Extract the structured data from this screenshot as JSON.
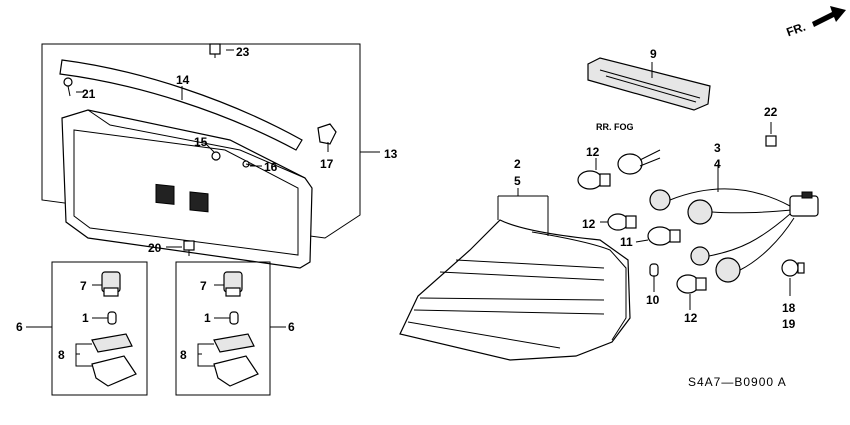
{
  "diagram_code": "S4A7—B0900 A",
  "direction_label": "FR.",
  "fog_label": "RR. FOG",
  "labels": {
    "p1a": "1",
    "p1b": "1",
    "p2": "2",
    "p3": "3",
    "p4": "4",
    "p5": "5",
    "p6a": "6",
    "p6b": "6",
    "p7a": "7",
    "p7b": "7",
    "p8a": "8",
    "p8b": "8",
    "p9": "9",
    "p10": "10",
    "p11": "11",
    "p12a": "12",
    "p12b": "12",
    "p12c": "12",
    "p13": "13",
    "p14": "14",
    "p15": "15",
    "p16": "16",
    "p17": "17",
    "p18": "18",
    "p19": "19",
    "p20": "20",
    "p21": "21",
    "p22": "22",
    "p23": "23"
  }
}
